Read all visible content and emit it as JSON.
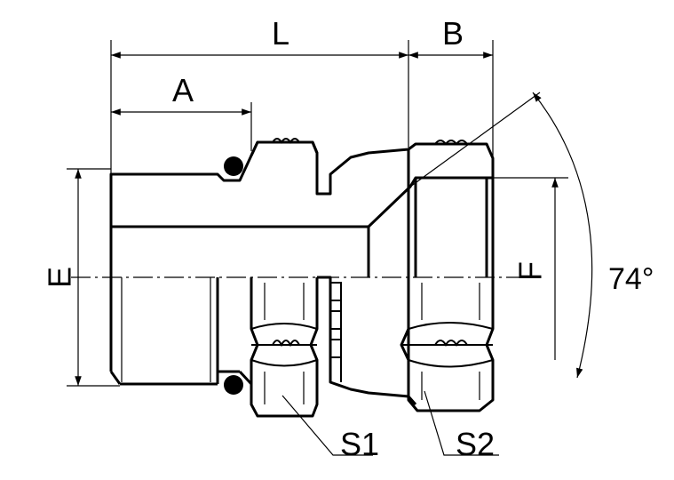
{
  "labels": {
    "L": "L",
    "A": "A",
    "B": "B",
    "E": "E",
    "F": "F",
    "angle": "74°",
    "S1": "S1",
    "S2": "S2"
  },
  "colors": {
    "line": "#000000",
    "background": "#ffffff"
  }
}
